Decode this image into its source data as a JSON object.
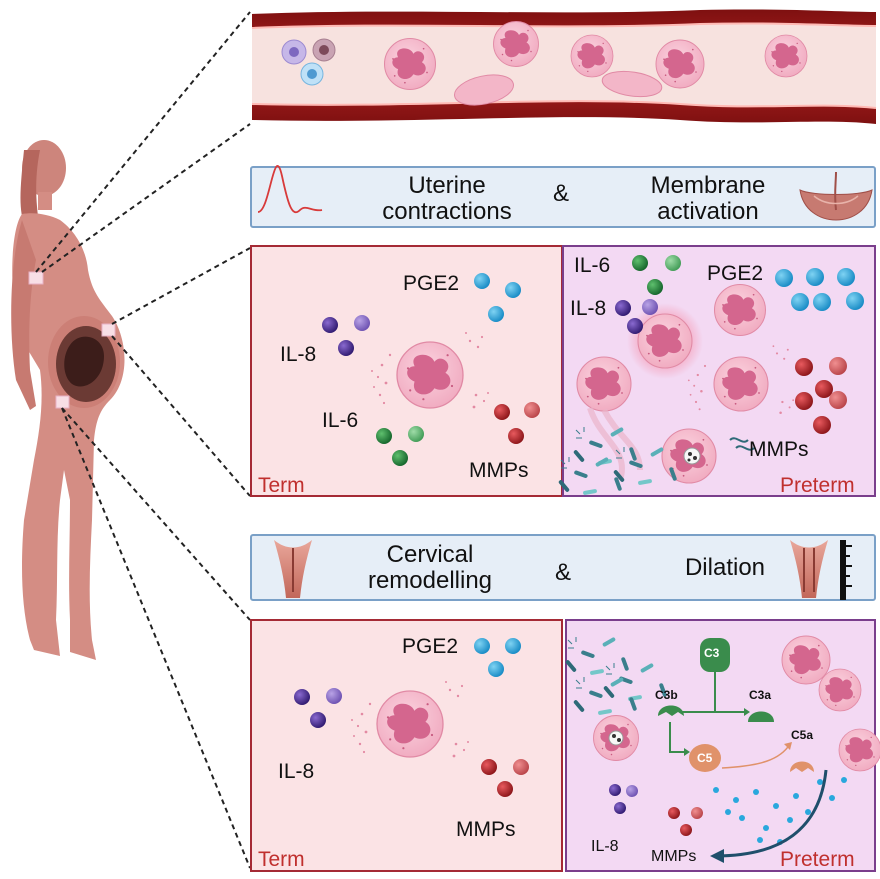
{
  "banner_top": {
    "left_label": "Uterine\ncontractions",
    "connector": "&",
    "right_label": "Membrane\nactivation"
  },
  "banner_bottom": {
    "left_label": "Cervical\nremodelling",
    "connector": "&",
    "right_label": "Dilation"
  },
  "panel_top_term": {
    "corner_label": "Term",
    "molecules": [
      "PGE2",
      "IL-8",
      "IL-6",
      "MMPs"
    ]
  },
  "panel_top_preterm": {
    "corner_label": "Preterm",
    "molecules": [
      "IL-6",
      "PGE2",
      "IL-8",
      "MMPs"
    ]
  },
  "panel_bottom_term": {
    "corner_label": "Term",
    "molecules": [
      "PGE2",
      "IL-8",
      "MMPs"
    ]
  },
  "panel_bottom_preterm": {
    "corner_label": "Preterm",
    "complement": [
      "C3",
      "C3b",
      "C3a",
      "C5",
      "C5a"
    ],
    "molecules": [
      "IL-8",
      "MMPs"
    ]
  },
  "colors": {
    "vessel_wall": "#9e1b1b",
    "vessel_lumen": "#f7e2df",
    "term_panel": "#fbe3e5",
    "term_border": "#a52a35",
    "preterm_panel": "#f3d9f3",
    "preterm_border": "#7a3e8c",
    "banner_fill": "#e6eef7",
    "banner_border": "#7aa0c7",
    "pge2": "#29a8dd",
    "il8": "#4b2a8e",
    "il6": "#2c8a3a",
    "mmp": "#c0262c",
    "neutrophil": "#f3b6c8",
    "nucleus": "#cf5a84",
    "body": "#d89088",
    "complement": "#3a8c4c",
    "c5": "#e0926a",
    "corner_label": "#c0302e"
  }
}
